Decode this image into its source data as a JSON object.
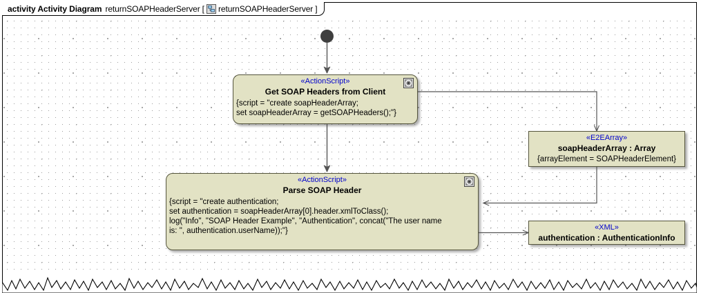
{
  "header": {
    "prefix": "activity Activity Diagram",
    "name": "returnSOAPHeaderServer",
    "bracket_open": "[",
    "icon": "activity-diagram-icon",
    "inner_name": "returnSOAPHeaderServer",
    "bracket_close": "]"
  },
  "nodes": {
    "initial": {
      "name": "initial-node"
    },
    "get_soap_headers": {
      "stereotype": "«ActionScript»",
      "name": "Get SOAP Headers from Client",
      "body": "{script = \"create soapHeaderArray;\nset soapHeaderArray = getSOAPHeaders();\"}",
      "icon": "action-script-icon"
    },
    "parse_soap_header": {
      "stereotype": "«ActionScript»",
      "name": "Parse SOAP Header",
      "body": "{script = \"create authentication;\nset authentication = soapHeaderArray[0].header.xmlToClass();\nlog(\"Info\", \"SOAP Header Example\", \"Authentication\", concat(\"The user name\nis: \", authentication.userName));\"}",
      "icon": "action-script-icon"
    },
    "soap_header_array": {
      "stereotype": "«E2EArray»",
      "name": "soapHeaderArray : Array",
      "constraint": "{arrayElement = SOAPHeaderElement}"
    },
    "authentication": {
      "stereotype": "«XML»",
      "name": "authentication : AuthenticationInfo"
    }
  },
  "colors": {
    "node_fill": "#e2e2c4",
    "node_border": "#54543c",
    "stereotype_text": "#0000cc",
    "initial_node": "#3f3f3f",
    "edge": "#555555",
    "grid_dot": "#9a9a9a"
  }
}
